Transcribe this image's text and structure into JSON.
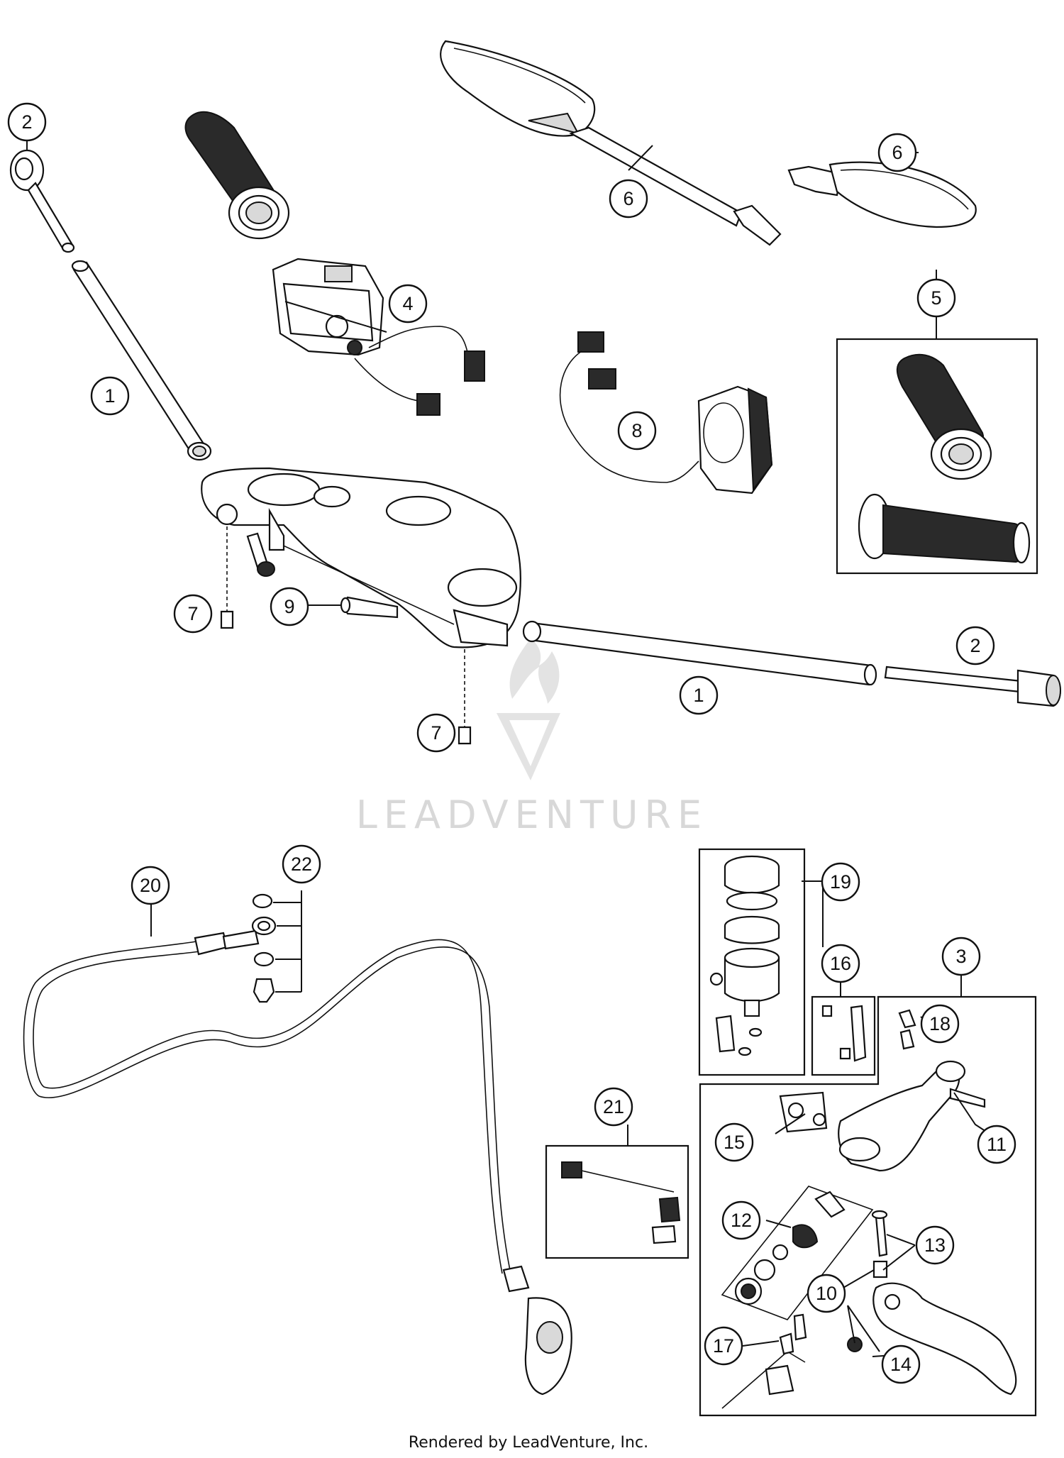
{
  "watermark": {
    "brand": "LEADVENTURE",
    "logo_icon": "leadventure-flame-logo"
  },
  "footer": {
    "credit": "Rendered by LeadVenture, Inc."
  },
  "callouts": {
    "c1a": "1",
    "c1b": "1",
    "c2a": "2",
    "c2b": "2",
    "c3": "3",
    "c4": "4",
    "c5": "5",
    "c6a": "6",
    "c6b": "6",
    "c7a": "7",
    "c7b": "7",
    "c8": "8",
    "c9": "9",
    "c10": "10",
    "c11": "11",
    "c12": "12",
    "c13": "13",
    "c14": "14",
    "c15": "15",
    "c16": "16",
    "c17": "17",
    "c18": "18",
    "c19": "19",
    "c20": "20",
    "c21": "21",
    "c22": "22"
  }
}
